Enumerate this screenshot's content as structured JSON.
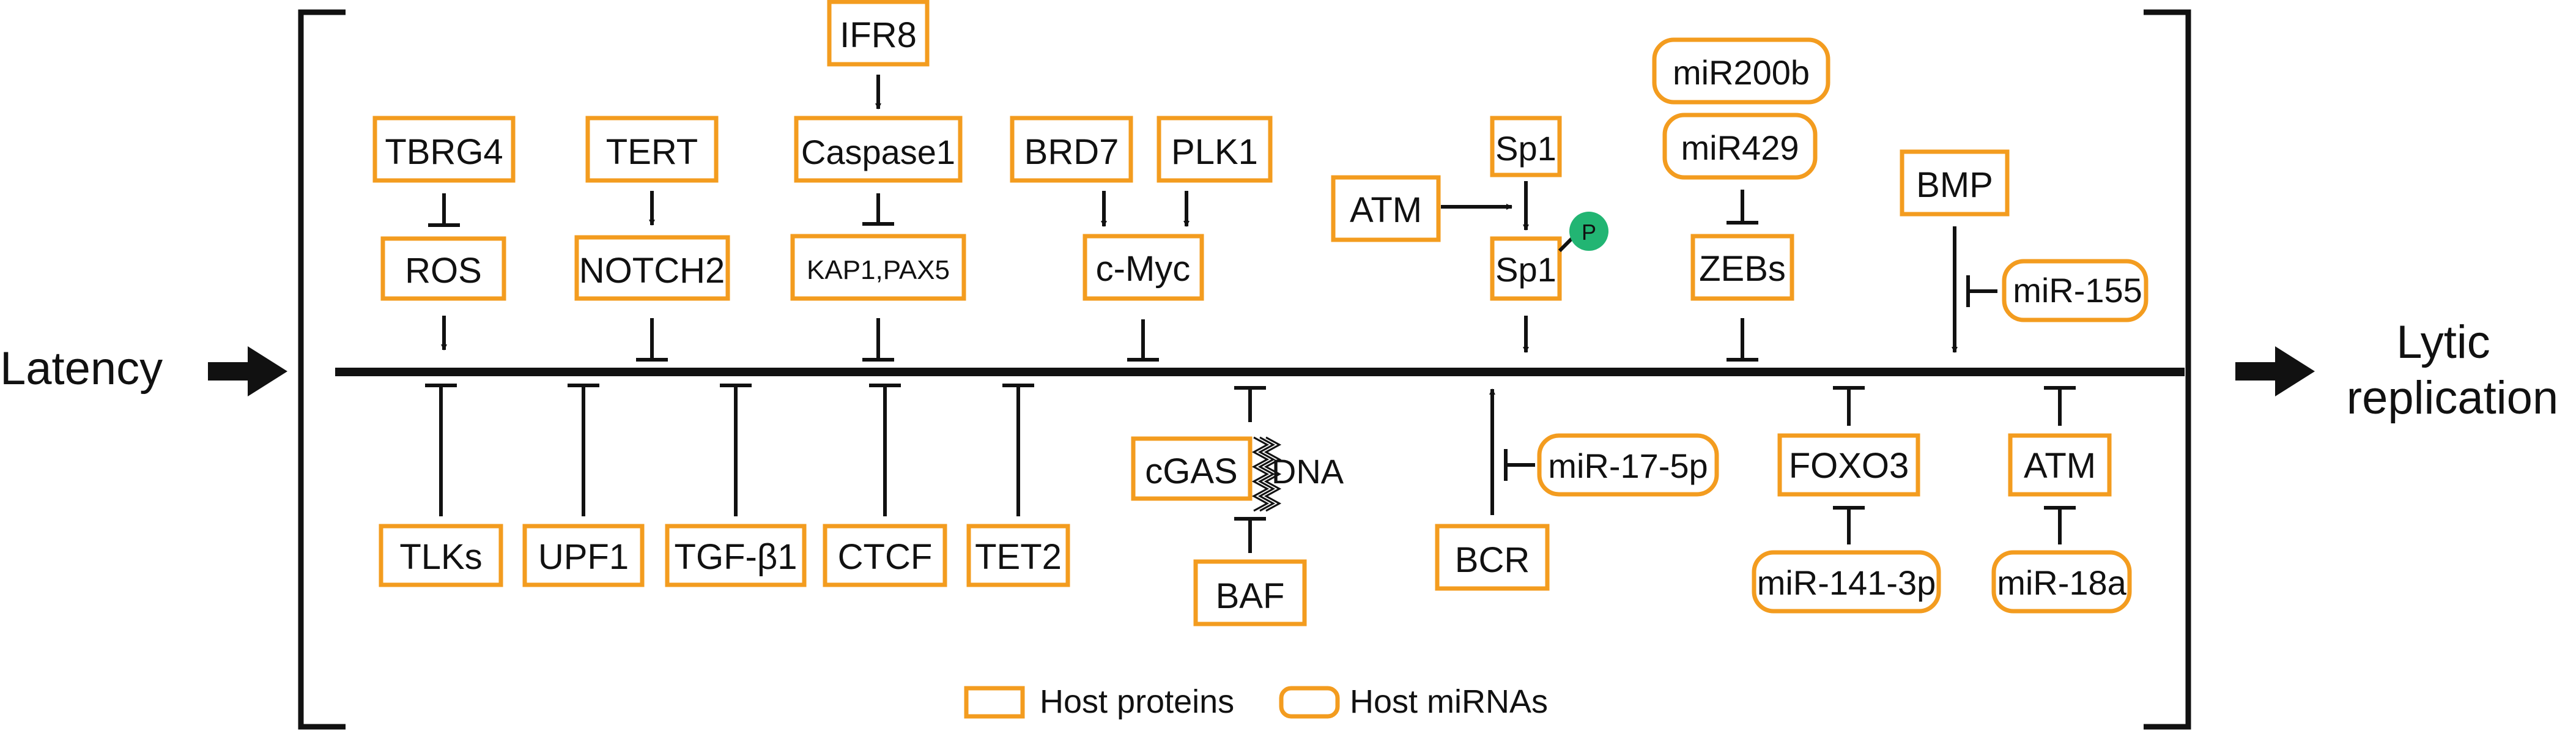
{
  "colors": {
    "box_stroke": "#F39C1F",
    "line": "#111111",
    "phospho": "#22B573",
    "background": "#FFFFFF"
  },
  "left_state": "Latency",
  "right_state_line1": "Lytic",
  "right_state_line2": "replication",
  "legend": {
    "proteins": "Host proteins",
    "mirnas": "Host miRNAs"
  },
  "upper": {
    "tbrg4": "TBRG4",
    "ros": "ROS",
    "tert": "TERT",
    "notch2": "NOTCH2",
    "ifr8": "IFR8",
    "caspase1": "Caspase1",
    "kap1_pax5": "KAP1,PAX5",
    "brd7": "BRD7",
    "plk1": "PLK1",
    "cmyc": "c-Myc",
    "atm": "ATM",
    "sp1_top": "Sp1",
    "sp1_bottom": "Sp1",
    "phospho_label": "P",
    "mir200b": "miR200b",
    "mir429": "miR429",
    "zebs": "ZEBs",
    "bmp": "BMP",
    "mir155": "miR-155"
  },
  "lower": {
    "tlks": "TLKs",
    "upf1": "UPF1",
    "tgfb1": "TGF-β1",
    "ctcf": "CTCF",
    "tet2": "TET2",
    "cgas": "cGAS",
    "dna": "DNA",
    "baf": "BAF",
    "bcr": "BCR",
    "mir17_5p": "miR-17-5p",
    "foxo3": "FOXO3",
    "mir141_3p": "miR-141-3p",
    "atm": "ATM",
    "mir18a": "miR-18a"
  }
}
